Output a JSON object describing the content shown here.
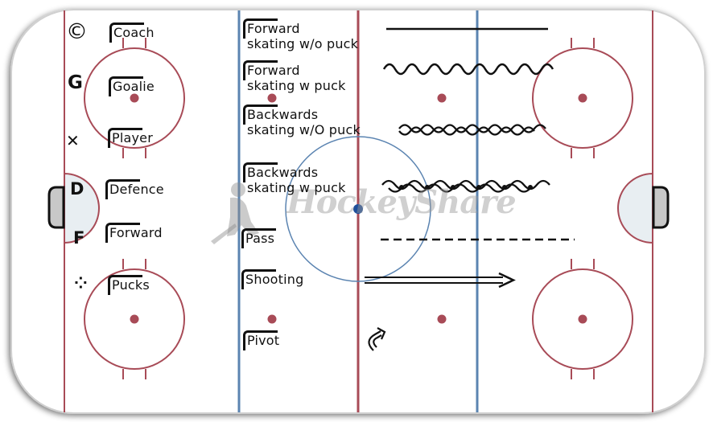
{
  "diagram": {
    "type": "hockey-rink-legend",
    "colors": {
      "red_line": "#a84b57",
      "blue_line": "#5b84b1",
      "faceoff": "#a84b57",
      "ink": "#111111",
      "crease_fill": "#e8eef2",
      "net_fill": "#c8c8c8",
      "board_shadow": "#bbbbbb"
    },
    "watermark": "HockeyShare",
    "player_symbols": [
      {
        "symbol": "©",
        "label": "Coach",
        "icon": "coach-icon"
      },
      {
        "symbol": "G",
        "label": "Goalie",
        "icon": "goalie-icon"
      },
      {
        "symbol": "✕",
        "label": "Player",
        "icon": "player-icon"
      },
      {
        "symbol": "D",
        "label": "Defence",
        "icon": "defence-icon"
      },
      {
        "symbol": "F",
        "label": "Forward",
        "icon": "forward-icon"
      },
      {
        "symbol": "⁘",
        "label": "Pucks",
        "icon": "pucks-icon"
      }
    ],
    "line_legend": [
      {
        "label_line1": "Forward",
        "label_line2": "skating w/o puck",
        "line": "solid"
      },
      {
        "label_line1": "Forward",
        "label_line2": "skating w puck",
        "line": "wavy"
      },
      {
        "label_line1": "Backwards",
        "label_line2": "skating w/O puck",
        "line": "backwards-wavy"
      },
      {
        "label_line1": "Backwards",
        "label_line2": "skating w puck",
        "line": "backwards-wavy-puck"
      },
      {
        "label_line1": "Pass",
        "label_line2": "",
        "line": "dashed"
      },
      {
        "label_line1": "Shooting",
        "label_line2": "",
        "line": "double-arrow"
      },
      {
        "label_line1": "Pivot",
        "label_line2": "",
        "line": "pivot-arrow"
      }
    ]
  }
}
